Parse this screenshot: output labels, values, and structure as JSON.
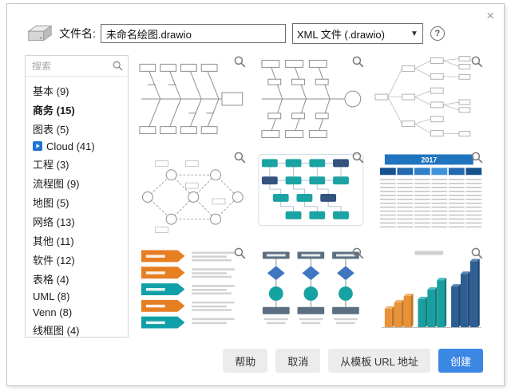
{
  "dialog": {
    "close_icon": "×",
    "filename_label": "文件名:",
    "filename_value": "未命名绘图.drawio",
    "filetype_value": "XML 文件 (.drawio)",
    "help_label": "?"
  },
  "sidebar": {
    "search_placeholder": "搜索",
    "items": [
      {
        "label": "基本 (9)"
      },
      {
        "label": "商务 (15)",
        "selected": true
      },
      {
        "label": "图表 (5)"
      },
      {
        "label": "Cloud (41)",
        "icon": "cloud"
      },
      {
        "label": "工程 (3)"
      },
      {
        "label": "流程图 (9)"
      },
      {
        "label": "地图 (5)"
      },
      {
        "label": "网络 (13)"
      },
      {
        "label": "其他 (11)"
      },
      {
        "label": "软件 (12)"
      },
      {
        "label": "表格 (4)"
      },
      {
        "label": "UML (8)"
      },
      {
        "label": "Venn (8)"
      },
      {
        "label": "线框图 (4)"
      }
    ]
  },
  "templates": {
    "timeline_year": "2017"
  },
  "footer": {
    "help_label": "帮助",
    "cancel_label": "取消",
    "from_url_label": "从模板 URL 地址",
    "create_label": "创建"
  },
  "colors": {
    "primary_blue": "#3d87e4",
    "teal": "#17a2a2",
    "orange": "#e67e22",
    "navy": "#2d5f93",
    "timeline_blue": "#1f74c0"
  }
}
